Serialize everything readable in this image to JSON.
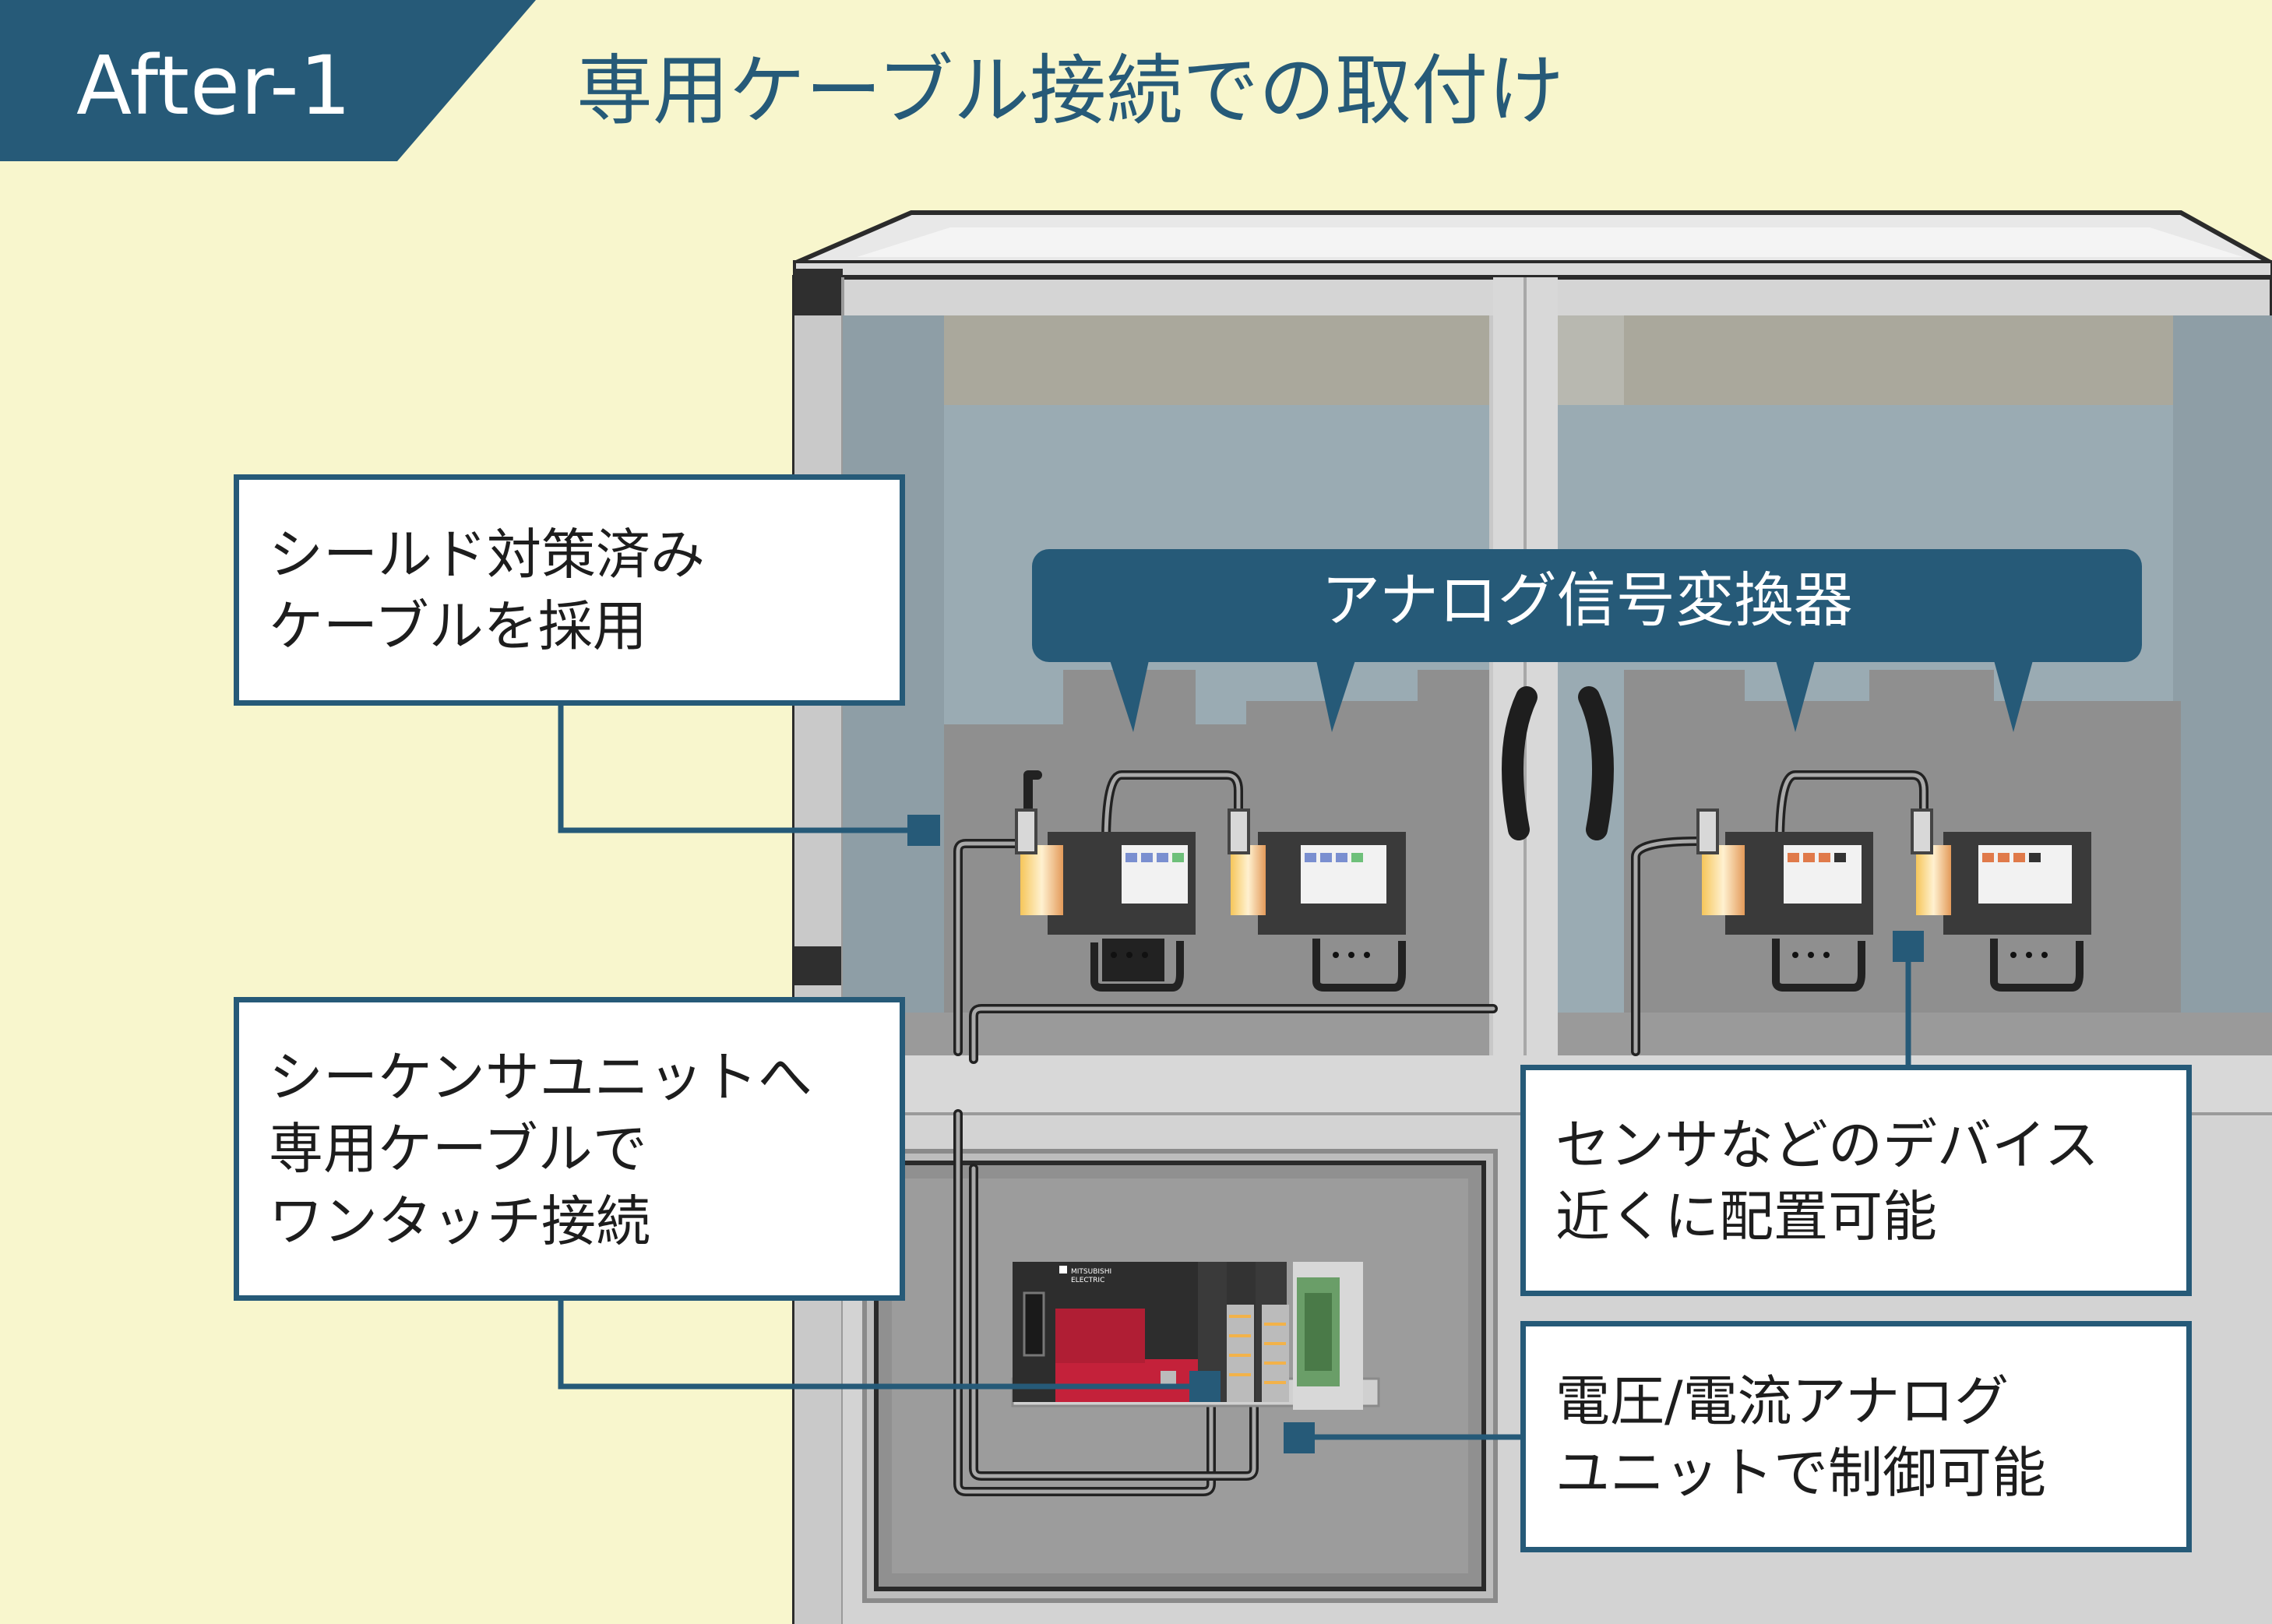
{
  "header": {
    "badge": "After-1",
    "title": "専用ケーブル接続での取付け"
  },
  "banner": {
    "label": "アナログ信号変換器"
  },
  "callouts": {
    "shield_cable": [
      "シールド対策済み",
      "ケーブルを採用"
    ],
    "sequencer": [
      "シーケンサユニットへ",
      "専用ケーブルで",
      "ワンタッチ接続"
    ],
    "sensor_placement": [
      "センサなどのデバイス",
      "近くに配置可能"
    ],
    "analog_unit": [
      "電圧/電流アナログ",
      "ユニットで制御可能"
    ]
  },
  "plc": {
    "logo_text": [
      "MITSUBISHI",
      "ELECTRIC"
    ]
  },
  "colors": {
    "background": "#f8f6cd",
    "accent": "#265a78",
    "cabinet_frame": "#d4d4d4",
    "panel_glass": "#9aabb3",
    "panel_back": "#8f8f8f",
    "plc_red": "#c4213a",
    "terminal_gray": "#bbbbbb"
  }
}
